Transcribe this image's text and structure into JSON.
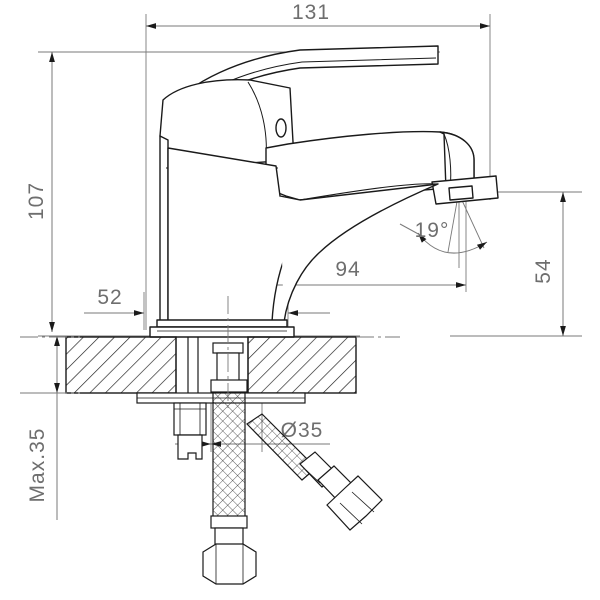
{
  "drawing": {
    "type": "technical-dimension-drawing",
    "subject": "single-lever basin mixer faucet",
    "background_color": "#ffffff",
    "outline_color": "#1a1a1a",
    "dimension_line_color": "#7a7a7a",
    "dimension_text_color": "#6e6e6e",
    "units": "mm"
  },
  "dimensions": {
    "overall_width": {
      "label": "131",
      "orientation": "horizontal",
      "position": "top",
      "description": "overall projection width of faucet"
    },
    "overall_height": {
      "label": "107",
      "orientation": "vertical",
      "position": "left",
      "description": "overall height from deck surface to top of lever"
    },
    "spout_reach": {
      "label": "94",
      "orientation": "horizontal",
      "position": "middle",
      "description": "spout reach from center axis to aerator outlet"
    },
    "spout_height": {
      "label": "54",
      "orientation": "vertical",
      "position": "right",
      "description": "height of spout outlet above deck"
    },
    "base_offset": {
      "label": "52",
      "orientation": "horizontal",
      "position": "left-lower",
      "description": "base plate offset dimension"
    },
    "outlet_angle": {
      "label": "19",
      "symbol": "°",
      "display": "19°",
      "description": "aerator spray outlet angle"
    },
    "mounting_hole": {
      "label": "Ø35",
      "description": "mounting hole diameter through counter"
    },
    "max_deck_thickness": {
      "label": "Max.35",
      "orientation": "vertical",
      "position": "left-bottom",
      "description": "maximum counter / deck thickness"
    }
  },
  "parts": {
    "lever_handle": "lever-handle",
    "cartridge_body": "faucet-body",
    "spout": "curved-spout",
    "aerator": "aerator-outlet",
    "base_plate": "base-plate",
    "counter_section": "hatched-counter-section",
    "mounting_stud": "threaded-mounting-stud",
    "mounting_nut": "mounting-nut",
    "braided_hose": "braided-flexible-hose",
    "hose_nut": "hex-coupling-nut",
    "angled_connector": "angled-supply-connector"
  }
}
